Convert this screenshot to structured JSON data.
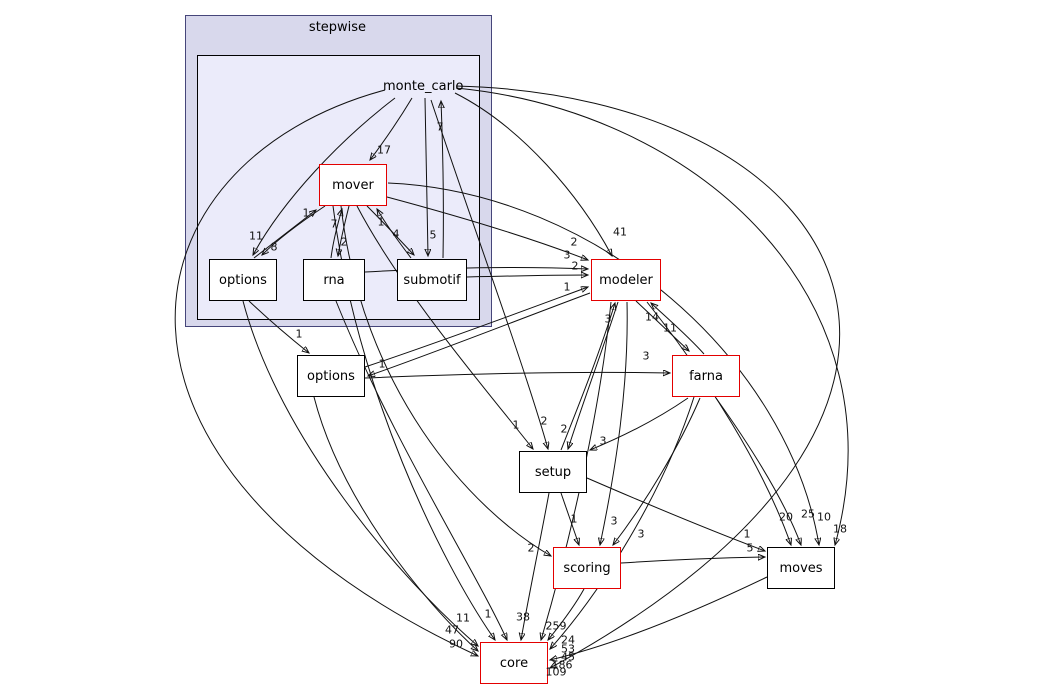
{
  "clusters": {
    "outer_label": "stepwise"
  },
  "root": {
    "label": "monte_carlo"
  },
  "colors": {
    "red_node_border": "#e30000",
    "black_node_border": "#000000",
    "cluster_outer_fill": "#d8d8ec",
    "cluster_inner_fill": "#ebebfa",
    "edge": "#101010"
  },
  "nodes": [
    {
      "id": "mover",
      "label": "mover",
      "border": "red"
    },
    {
      "id": "options_inner",
      "label": "options",
      "border": "black"
    },
    {
      "id": "rna",
      "label": "rna",
      "border": "black"
    },
    {
      "id": "submotif",
      "label": "submotif",
      "border": "black"
    },
    {
      "id": "modeler",
      "label": "modeler",
      "border": "red"
    },
    {
      "id": "options",
      "label": "options",
      "border": "black"
    },
    {
      "id": "farna",
      "label": "farna",
      "border": "red"
    },
    {
      "id": "setup",
      "label": "setup",
      "border": "black"
    },
    {
      "id": "scoring",
      "label": "scoring",
      "border": "red"
    },
    {
      "id": "moves",
      "label": "moves",
      "border": "black"
    },
    {
      "id": "core",
      "label": "core",
      "border": "red"
    }
  ],
  "edges": [
    {
      "from": "monte_carlo",
      "to": "mover",
      "label": "17"
    },
    {
      "from": "monte_carlo",
      "to": "options_inner",
      "label": "11"
    },
    {
      "from": "mover",
      "to": "options_inner",
      "label": "8"
    },
    {
      "from": "options_inner",
      "to": "mover",
      "label": "1"
    },
    {
      "from": "mover",
      "to": "rna",
      "label": "2"
    },
    {
      "from": "rna",
      "to": "mover",
      "label": "7"
    },
    {
      "from": "mover",
      "to": "submotif",
      "label": "4"
    },
    {
      "from": "submotif",
      "to": "mover",
      "label": "1"
    },
    {
      "from": "monte_carlo",
      "to": "submotif",
      "label": "5"
    },
    {
      "from": "submotif",
      "to": "monte_carlo",
      "label": "7"
    },
    {
      "from": "monte_carlo",
      "to": "modeler",
      "label": "41"
    },
    {
      "from": "mover",
      "to": "modeler",
      "label": "2"
    },
    {
      "from": "rna",
      "to": "modeler",
      "label": "3"
    },
    {
      "from": "submotif",
      "to": "modeler",
      "label": "2"
    },
    {
      "from": "options",
      "to": "modeler",
      "label": "1"
    },
    {
      "from": "modeler",
      "to": "options",
      "label": "1"
    },
    {
      "from": "modeler",
      "to": "farna",
      "label": "14"
    },
    {
      "from": "farna",
      "to": "modeler",
      "label": "11"
    },
    {
      "from": "setup",
      "to": "modeler",
      "label": "3"
    },
    {
      "from": "options",
      "to": "farna",
      "label": "3"
    },
    {
      "from": "mover",
      "to": "setup",
      "label": "1"
    },
    {
      "from": "monte_carlo",
      "to": "setup",
      "label": "2"
    },
    {
      "from": "modeler",
      "to": "setup",
      "label": "2"
    },
    {
      "from": "farna",
      "to": "setup",
      "label": "3"
    },
    {
      "from": "setup",
      "to": "scoring",
      "label": "1"
    },
    {
      "from": "modeler",
      "to": "scoring",
      "label": "3"
    },
    {
      "from": "farna",
      "to": "scoring",
      "label": "3"
    },
    {
      "from": "mover",
      "to": "scoring",
      "label": "2"
    },
    {
      "from": "modeler",
      "to": "moves",
      "label": "20"
    },
    {
      "from": "farna",
      "to": "moves",
      "label": "25"
    },
    {
      "from": "mover",
      "to": "moves",
      "label": "10"
    },
    {
      "from": "monte_carlo",
      "to": "moves",
      "label": "18"
    },
    {
      "from": "setup",
      "to": "moves",
      "label": "1"
    },
    {
      "from": "scoring",
      "to": "moves",
      "label": "5"
    },
    {
      "from": "options_inner",
      "to": "options",
      "label": "1"
    },
    {
      "from": "options_inner",
      "to": "core",
      "label": "11"
    },
    {
      "from": "mover",
      "to": "core",
      "label": "1"
    },
    {
      "from": "monte_carlo",
      "to": "core",
      "label": "47"
    },
    {
      "from": "options",
      "to": "core",
      "label": "90"
    },
    {
      "from": "rna",
      "to": "core",
      "label": "38"
    },
    {
      "from": "modeler",
      "to": "core",
      "label": "259"
    },
    {
      "from": "setup",
      "to": "core",
      "label": "24"
    },
    {
      "from": "scoring",
      "to": "core",
      "label": "53"
    },
    {
      "from": "farna",
      "to": "core",
      "label": "45"
    },
    {
      "from": "moves",
      "to": "core",
      "label": "186"
    },
    {
      "from": "monte_carlo",
      "to": "core",
      "label": "109"
    }
  ]
}
